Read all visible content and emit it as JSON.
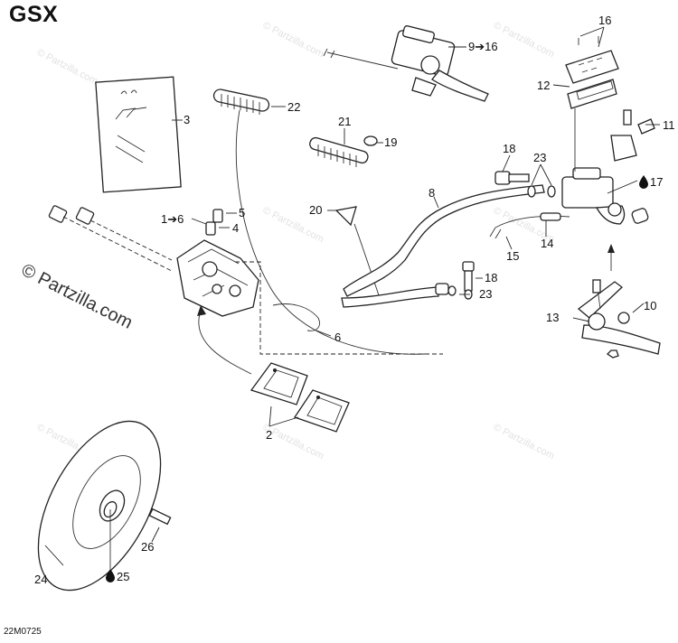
{
  "model_title": "GSX",
  "diagram_code": "22M0725",
  "watermark_large": "© Partzilla.com",
  "watermark_small": "© Partzilla.com",
  "callouts": {
    "p1": "1➔6",
    "p2": "2",
    "p3": "3",
    "p4": "4",
    "p5": "5",
    "p6": "6",
    "p8": "8",
    "p9": "9➔16",
    "p10": "10",
    "p11": "11",
    "p12": "12",
    "p13": "13",
    "p14": "14",
    "p15": "15",
    "p16": "16",
    "p17": "17",
    "p18a": "18",
    "p18b": "18",
    "p19": "19",
    "p20": "20",
    "p21": "21",
    "p22": "22",
    "p23a": "23",
    "p23b": "23",
    "p24": "24",
    "p25": "25",
    "p26": "26"
  }
}
